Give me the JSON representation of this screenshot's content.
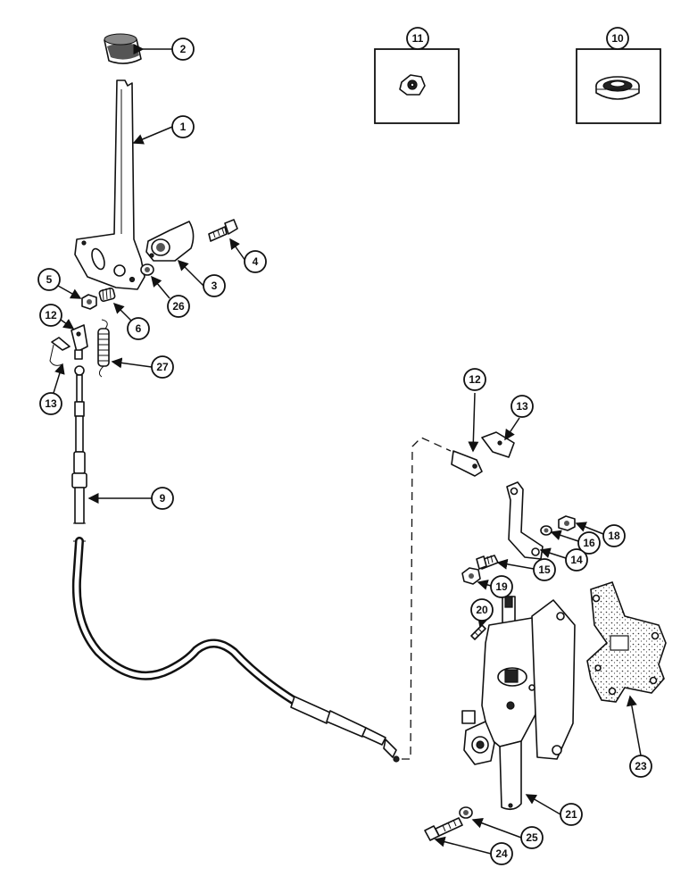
{
  "callouts": {
    "c1": "1",
    "c2": "2",
    "c3": "3",
    "c4": "4",
    "c5": "5",
    "c6": "6",
    "c9": "9",
    "c10": "10",
    "c11": "11",
    "c12a": "12",
    "c12b": "12",
    "c13a": "13",
    "c13b": "13",
    "c14": "14",
    "c15": "15",
    "c16": "16",
    "c18": "18",
    "c19": "19",
    "c20": "20",
    "c21": "21",
    "c23": "23",
    "c24": "24",
    "c25": "25",
    "c26": "26",
    "c27": "27"
  }
}
